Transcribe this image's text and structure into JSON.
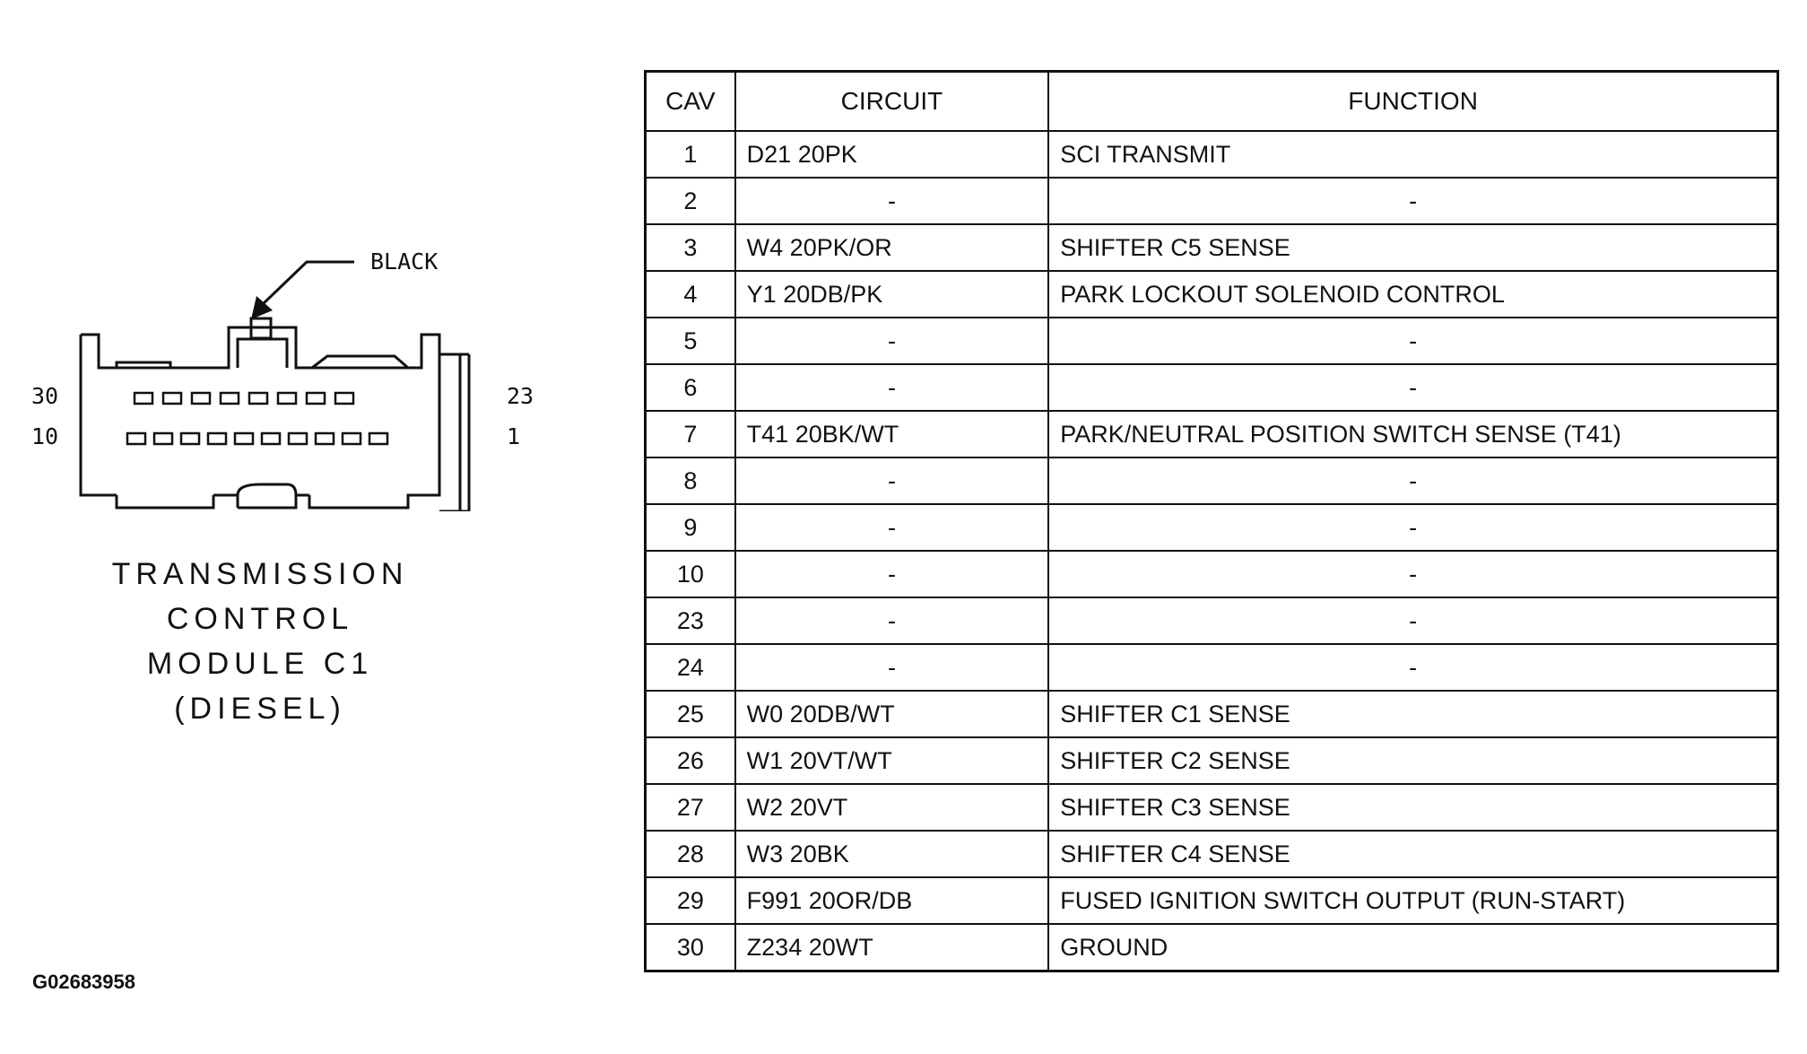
{
  "connector": {
    "color_label": "BLACK",
    "pin_label_top_left": "30",
    "pin_label_bottom_left": "10",
    "pin_label_top_right": "23",
    "pin_label_bottom_right": "1",
    "caption_lines": [
      "TRANSMISSION",
      "CONTROL",
      "MODULE C1",
      "(DIESEL)"
    ]
  },
  "table": {
    "headers": {
      "cav": "CAV",
      "circuit": "CIRCUIT",
      "function": "FUNCTION"
    },
    "rows": [
      {
        "cav": "1",
        "circuit": "D21 20PK",
        "function": "SCI TRANSMIT"
      },
      {
        "cav": "2",
        "circuit": "-",
        "function": "-"
      },
      {
        "cav": "3",
        "circuit": "W4 20PK/OR",
        "function": "SHIFTER C5 SENSE"
      },
      {
        "cav": "4",
        "circuit": "Y1 20DB/PK",
        "function": "PARK LOCKOUT SOLENOID CONTROL"
      },
      {
        "cav": "5",
        "circuit": "-",
        "function": "-"
      },
      {
        "cav": "6",
        "circuit": "-",
        "function": "-"
      },
      {
        "cav": "7",
        "circuit": "T41 20BK/WT",
        "function": "PARK/NEUTRAL POSITION SWITCH SENSE (T41)"
      },
      {
        "cav": "8",
        "circuit": "-",
        "function": "-"
      },
      {
        "cav": "9",
        "circuit": "-",
        "function": "-"
      },
      {
        "cav": "10",
        "circuit": "-",
        "function": "-"
      },
      {
        "cav": "23",
        "circuit": "-",
        "function": "-"
      },
      {
        "cav": "24",
        "circuit": "-",
        "function": "-"
      },
      {
        "cav": "25",
        "circuit": "W0 20DB/WT",
        "function": "SHIFTER C1 SENSE"
      },
      {
        "cav": "26",
        "circuit": "W1 20VT/WT",
        "function": "SHIFTER C2 SENSE"
      },
      {
        "cav": "27",
        "circuit": "W2 20VT",
        "function": "SHIFTER C3 SENSE"
      },
      {
        "cav": "28",
        "circuit": "W3 20BK",
        "function": "SHIFTER C4 SENSE"
      },
      {
        "cav": "29",
        "circuit": "F991 20OR/DB",
        "function": "FUSED IGNITION SWITCH OUTPUT (RUN-START)"
      },
      {
        "cav": "30",
        "circuit": "Z234 20WT",
        "function": "GROUND"
      }
    ]
  },
  "image_code": "G02683958"
}
